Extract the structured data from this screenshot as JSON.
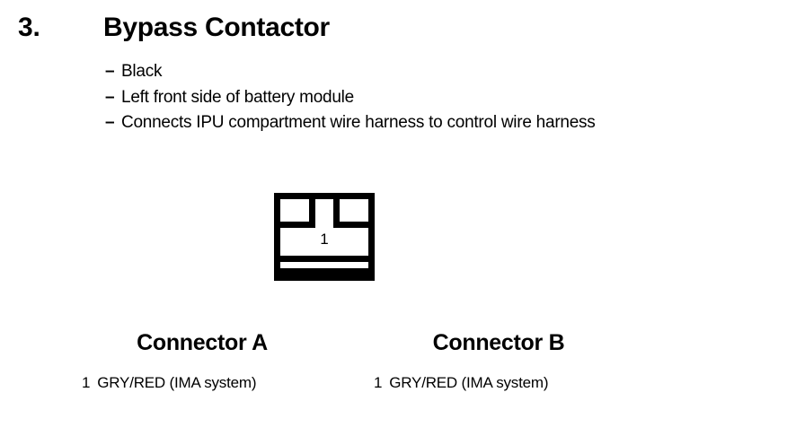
{
  "slide": {
    "background_color": "#ffffff",
    "text_color": "#000000"
  },
  "heading": {
    "number": "3.",
    "title": "Bypass Contactor"
  },
  "bullets": {
    "dash": "–",
    "items": [
      {
        "text": "Black"
      },
      {
        "text": "Left front side of battery module"
      },
      {
        "text": "Connects IPU compartment wire harness to control wire harness"
      }
    ]
  },
  "connector_figure": {
    "pin_number": "1",
    "cavity_count": 2,
    "band_count": 2
  },
  "connectors": [
    {
      "title": "Connector A",
      "pins": [
        {
          "number": "1",
          "description": "GRY/RED (IMA system)"
        }
      ]
    },
    {
      "title": "Connector B",
      "pins": [
        {
          "number": "1",
          "description": "GRY/RED (IMA system)"
        }
      ]
    }
  ]
}
